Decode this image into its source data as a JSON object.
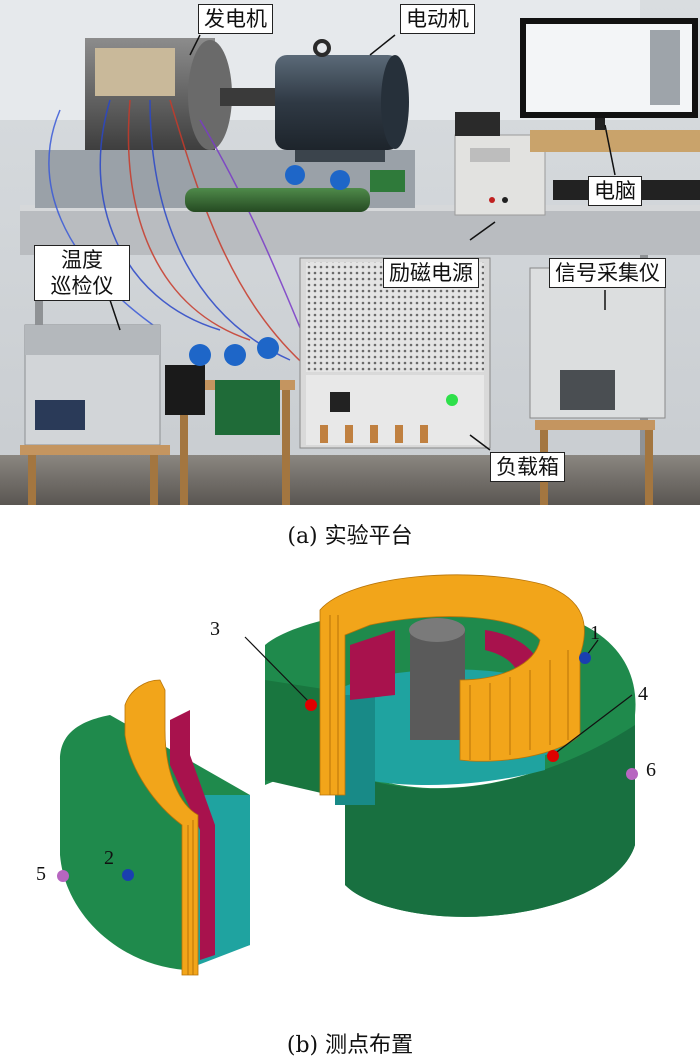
{
  "panel_a": {
    "labels": {
      "generator": "发电机",
      "motor": "电动机",
      "computer": "电脑",
      "temp_line1": "温度",
      "temp_line2": "巡检仪",
      "exciter": "励磁电源",
      "daq": "信号采集仪",
      "load_box": "负载箱"
    },
    "caption": "(a)  实验平台"
  },
  "panel_b": {
    "points": [
      "1",
      "2",
      "3",
      "4",
      "5",
      "6"
    ],
    "caption": "(b)  测点布置"
  },
  "colors": {
    "housing_green": "#1f8a4c",
    "winding_orange": "#f2a51a",
    "core_teal": "#1fa3a0",
    "pole_maroon": "#a8124d",
    "shaft_gray": "#5a5a5a",
    "pt_red": "#e00000",
    "pt_blue": "#1a3fb0",
    "pt_purple": "#b766c0"
  }
}
